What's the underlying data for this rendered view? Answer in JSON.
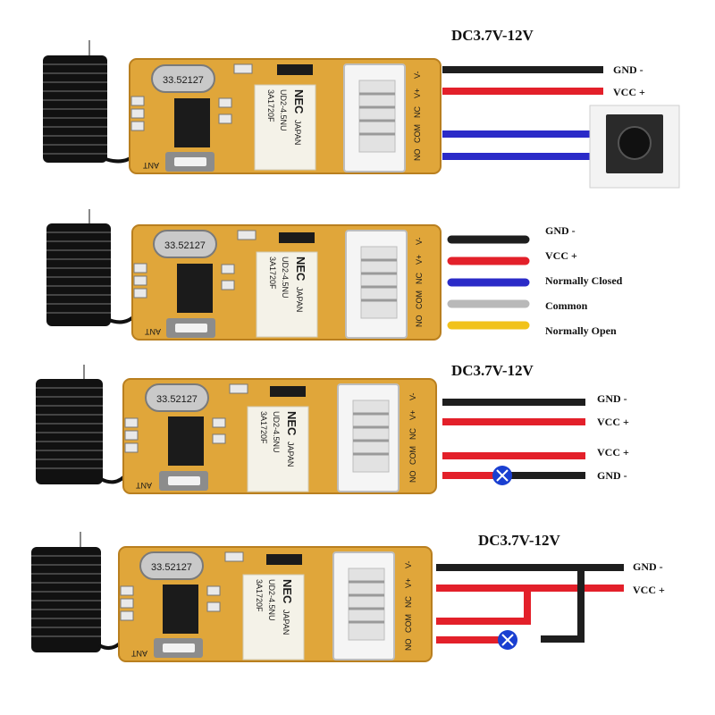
{
  "panels": [
    {
      "voltage": "DC3.7V-12V",
      "wire_labels": [
        "GND -",
        "VCC +"
      ],
      "load": "push-button"
    },
    {
      "voltage": "",
      "wire_labels": [
        "GND -",
        "VCC +",
        "Normally Closed",
        "Common",
        "Normally Open"
      ],
      "load": "none"
    },
    {
      "voltage": "DC3.7V-12V",
      "wire_labels": [
        "GND -",
        "VCC +",
        "VCC +",
        "GND -"
      ],
      "load": "lamp"
    },
    {
      "voltage": "DC3.7V-12V",
      "wire_labels": [
        "GND -",
        "VCC +"
      ],
      "load": "lamp-jumpered"
    }
  ],
  "board": {
    "crystal_text": "33.52127",
    "relay_brand": "NEC",
    "relay_origin": "JAPAN",
    "relay_model": "UD2-4.5NU",
    "relay_code": "3A1720F",
    "terminal_labels": [
      "NO",
      "COM",
      "NC",
      "V+",
      "V-"
    ],
    "ant_label": "ANT"
  },
  "colors": {
    "pcb": "#e0a63a",
    "pcb_edge": "#b97f1f",
    "wire_black": "#1e1e1e",
    "wire_red": "#e3202a",
    "wire_blue": "#2b2bc8",
    "wire_gray": "#b9b9b9",
    "wire_yellow": "#f1c21b",
    "lamp": "#1a3fd1"
  }
}
